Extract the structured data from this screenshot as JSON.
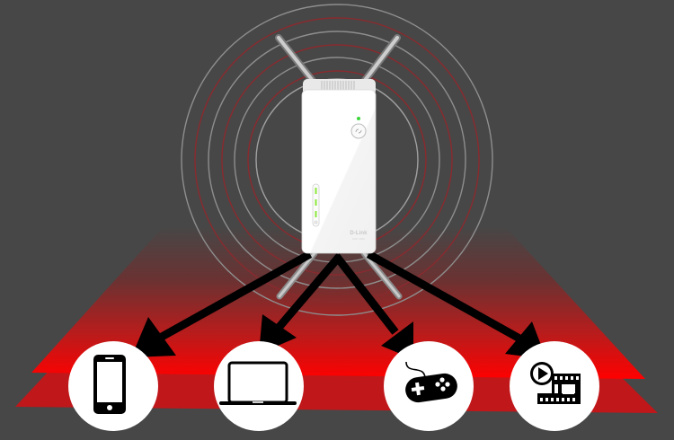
{
  "scene": {
    "background_color": "#474747",
    "accent_red": "#ff0000",
    "plane_lower_red": "#c0171a"
  },
  "device": {
    "brand": "D-Link",
    "model": "DAP-1860",
    "power_led_color": "#3cd63c",
    "signal_led_color": "#8ee83c",
    "wps_button_icon": "wps-icon"
  },
  "signal_rings": {
    "count": 7,
    "colors": [
      "#9a9a9a",
      "#8a2a2e"
    ]
  },
  "clients": [
    {
      "id": "smartphone",
      "icon": "smartphone-icon"
    },
    {
      "id": "laptop",
      "icon": "laptop-icon"
    },
    {
      "id": "gamepad",
      "icon": "gamepad-icon"
    },
    {
      "id": "video-streaming",
      "icon": "play-film-icon"
    }
  ]
}
